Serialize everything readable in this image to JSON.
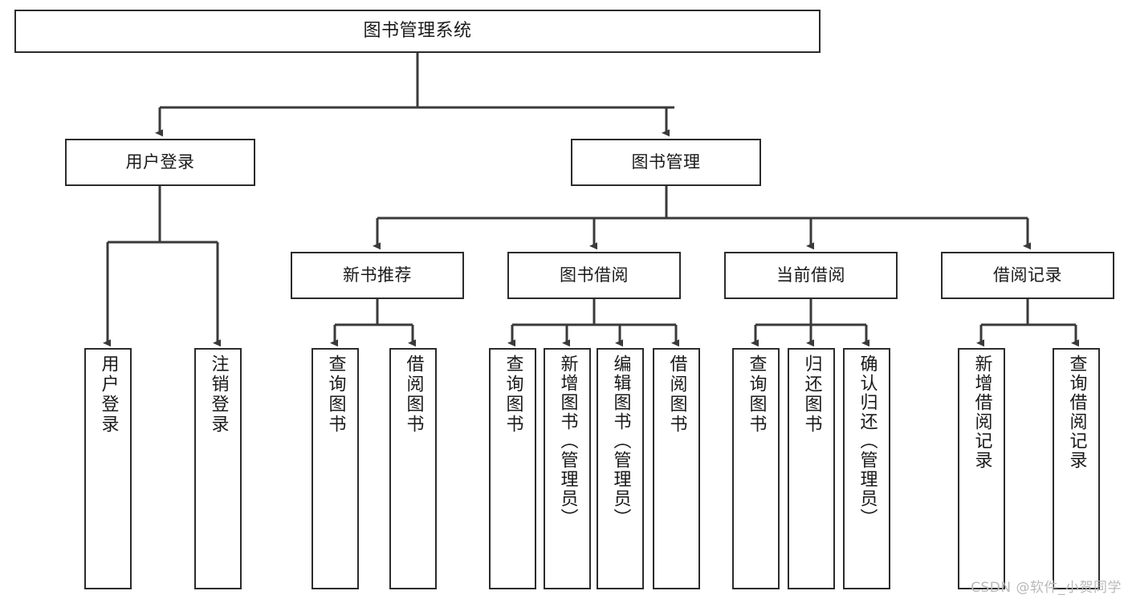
{
  "diagram": {
    "type": "tree",
    "title": "图书管理系统",
    "watermark": "CSDN @软件_小贺同学",
    "colors": {
      "node_border": "#2b2b2b",
      "node_fill": "#ffffff",
      "edge": "#3a3a3a",
      "text": "#1a1a1a",
      "watermark": "#b9b9b9",
      "background": "#ffffff"
    },
    "nodes": {
      "root": {
        "label": "图书管理系统"
      },
      "level2": [
        {
          "id": "user-login",
          "label": "用户登录"
        },
        {
          "id": "book-management",
          "label": "图书管理"
        }
      ],
      "level3": [
        {
          "id": "new-book-recommend",
          "label": "新书推荐"
        },
        {
          "id": "book-borrow",
          "label": "图书借阅"
        },
        {
          "id": "current-borrow",
          "label": "当前借阅"
        },
        {
          "id": "borrow-record",
          "label": "借阅记录"
        }
      ],
      "leaves": {
        "user_login": [
          {
            "id": "leaf-user-login",
            "label": "用户登录"
          },
          {
            "id": "leaf-logout-login",
            "label": "注销登录"
          }
        ],
        "new_book_recommend": [
          {
            "id": "leaf-query-book-1",
            "label": "查询图书"
          },
          {
            "id": "leaf-borrow-book-1",
            "label": "借阅图书"
          }
        ],
        "book_borrow": [
          {
            "id": "leaf-query-book-2",
            "label": "查询图书"
          },
          {
            "id": "leaf-add-book",
            "label": "新增图书（管理员）"
          },
          {
            "id": "leaf-edit-book",
            "label": "编辑图书（管理员）"
          },
          {
            "id": "leaf-borrow-book-2",
            "label": "借阅图书"
          }
        ],
        "current_borrow": [
          {
            "id": "leaf-query-book-3",
            "label": "查询图书"
          },
          {
            "id": "leaf-return-book",
            "label": "归还图书"
          },
          {
            "id": "leaf-confirm-return",
            "label": "确认归还（管理员）"
          }
        ],
        "borrow_record": [
          {
            "id": "leaf-add-record",
            "label": "新增借阅记录"
          },
          {
            "id": "leaf-query-record",
            "label": "查询借阅记录"
          }
        ]
      }
    }
  }
}
